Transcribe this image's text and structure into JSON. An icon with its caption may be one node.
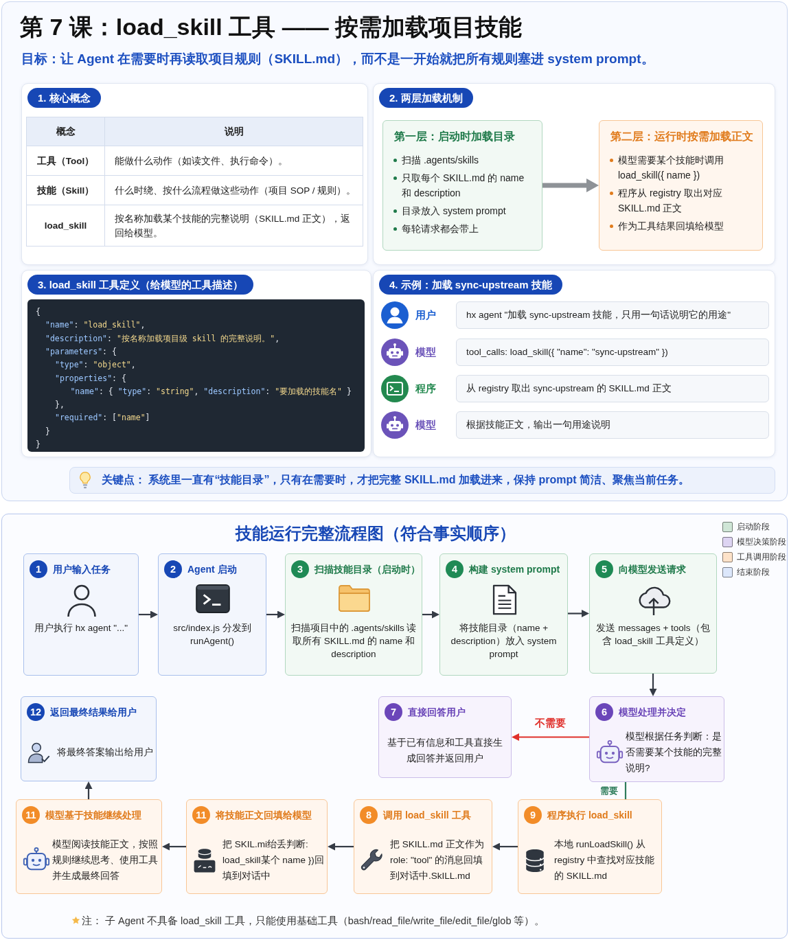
{
  "diagram": {
    "nodes": [
      {
        "text": [
          "第 7 课：load_skill 工具 —— 按需加载项目技能",
          "目标：让 Agent 在需要时再读取项目规则（SKILL.md），而不是一开始就把所有规则塞进 system prompt。"
        ]
      },
      {
        "text": [
          "1. 核心概念"
        ],
        "in": 0
      },
      {
        "text": [
          "2. 两层加载机制"
        ],
        "in": 0
      },
      {
        "text": [
          "第一层：启动时加载目录",
          "扫描 .agents/skills",
          "只取每个 SKILL.md 的 name 和 description",
          "目录放入 system prompt",
          "每轮请求都会带上"
        ],
        "in": 2
      },
      {
        "text": [
          "第二层：运行时按需加载正文",
          "模型需要某个技能时调用 load_skill({ name })",
          "程序从 registry 取出对应 SKILL.md 正文",
          "作为工具结果回填给模型"
        ],
        "in": 2
      },
      {
        "text": [
          "3. load_skill 工具定义（给模型的工具描述）"
        ],
        "in": 0
      },
      {
        "text": [
          "{",
          "\"name\": \"load_skill\",",
          "\"description\": \"按名称加载项目级 skill 的完整说明。\",",
          "\"parameters\": {",
          "\"type\": \"object\",",
          "\"properties\": {",
          "\"name\": { \"type\": \"string\", \"description\": \"要加载的技能名\" }",
          "},",
          "\"required\": [\"name\"]",
          "}",
          "}"
        ],
        "in": 5
      },
      {
        "text": [
          "4. 示例：加载 sync-upstream 技能"
        ],
        "in": 0
      },
      {
        "text": [
          "hx agent \"加载 sync-upstream 技能，只用一句话说明它的用途\""
        ],
        "beside": [
          "用户"
        ],
        "in": 7
      },
      {
        "text": [
          "tool_calls: load_skill({ \"name\": \"sync-upstream\" })"
        ],
        "beside": [
          "模型"
        ],
        "in": 7
      },
      {
        "text": [
          "从 registry 取出 sync-upstream 的 SKILL.md 正文"
        ],
        "beside": [
          "程序"
        ],
        "in": 7
      },
      {
        "text": [
          "根据技能正文，输出一句用途说明"
        ],
        "beside": [
          "模型"
        ],
        "in": 7
      },
      {
        "text": [
          "关键点： 系统里一直有“技能目录”，只有在需要时，才把完整 SKILL.md 加载进来，保持 prompt 简洁、聚焦当前任务。"
        ],
        "in": 0
      },
      {
        "text": [
          "技能运行完整流程图（符合事实顺序）"
        ]
      },
      {
        "text": [
          "1",
          "用户输入任务",
          "用户执行 hx agent \"...\""
        ],
        "in": 13
      },
      {
        "text": [
          "2",
          "Agent 启动",
          "src/index.js 分发到 runAgent()"
        ],
        "in": 13
      },
      {
        "text": [
          "3",
          "扫描技能目录（启动时）",
          "扫描项目中的 .agents/skills 读取所有 SKILL.md 的 name 和 description"
        ],
        "in": 13
      },
      {
        "text": [
          "4",
          "构建 system prompt",
          "将技能目录（name + description）放入 system prompt"
        ],
        "in": 13
      },
      {
        "text": [
          "5",
          "向模型发送请求",
          "发送 messages + tools（包含 load_skill 工具定义）"
        ],
        "in": 13
      },
      {
        "text": [
          "12",
          "返回最终结果给用户",
          "将最终答案输出给用户"
        ],
        "in": 13
      },
      {
        "text": [
          "7",
          "直接回答用户",
          "基于已有信息和工具直接生成回答并返回用户"
        ],
        "in": 13
      },
      {
        "text": [
          "6",
          "模型处理并决定",
          "模型根据任务判断：是否需要某个技能的完整说明?"
        ],
        "in": 13
      },
      {
        "text": [
          "11",
          "模型基于技能继续处理",
          "模型阅读技能正文，按照规则继续思考、使用工具并生成最终回答"
        ],
        "in": 13
      },
      {
        "text": [
          "11",
          "将技能正文回填给模型",
          "把 SKIL.mi绐丢判断: load_skill某个 name })回填到对话中"
        ],
        "in": 13
      },
      {
        "text": [
          "8",
          "调用 load_skill 工具",
          "把 SKILL.md 正文作为 role: \"tool\" 的消息回填到对话中.SkILL.md"
        ],
        "in": 13
      },
      {
        "text": [
          "9",
          "程序执行 load_skill",
          "本地 runLoadSkill() 从 registry 中查找对应技能的 SKILL.md"
        ],
        "in": 13
      }
    ],
    "edges": [
      {
        "from": 3,
        "to": 4,
        "arrow": "to",
        "style": "thick",
        "color": "#8e9297"
      },
      {
        "from": 14,
        "to": 15,
        "arrow": "to"
      },
      {
        "from": 15,
        "to": 16,
        "arrow": "to"
      },
      {
        "from": 16,
        "to": 17,
        "arrow": "to"
      },
      {
        "from": 17,
        "to": 18,
        "arrow": "to"
      },
      {
        "from": 18,
        "to": 21,
        "arrow": "to"
      },
      {
        "from": 21,
        "to": 20,
        "arrow": "to",
        "label": "不需要",
        "color": "#e0302b"
      },
      {
        "from": 21,
        "to": 25,
        "arrow": "none",
        "label": "需要",
        "color": "#2f7d5b"
      },
      {
        "from": 25,
        "to": 24,
        "arrow": "to"
      },
      {
        "from": 24,
        "to": 23,
        "arrow": "to"
      },
      {
        "from": 23,
        "to": 22,
        "arrow": "to"
      },
      {
        "from": 22,
        "to": 19,
        "arrow": "to"
      }
    ],
    "labels": [
      "概念",
      "说明",
      "工具（Tool）",
      "能做什么动作（如读文件、执行命令）。",
      "技能（Skill）",
      "什么时绕、按什么流程做这些动作（项目 SOP / 规则）。",
      "load_skill",
      "按名称加载某个技能的完整说明（SKILL.md 正文），返回给模型。",
      "注： 子 Agent 不具备 load_skill 工具，只能使用基础工具（bash/read_file/write_file/edit_file/glob 等）。"
    ],
    "legend": [
      {
        "text": "启动阶段",
        "color": "#cfe6d6"
      },
      {
        "text": "模型决策阶段",
        "color": "#ddd4f2"
      },
      {
        "text": "工具调用阶段",
        "color": "#fde2c9"
      },
      {
        "text": "结束阶段",
        "color": "#dce7fb"
      }
    ]
  }
}
